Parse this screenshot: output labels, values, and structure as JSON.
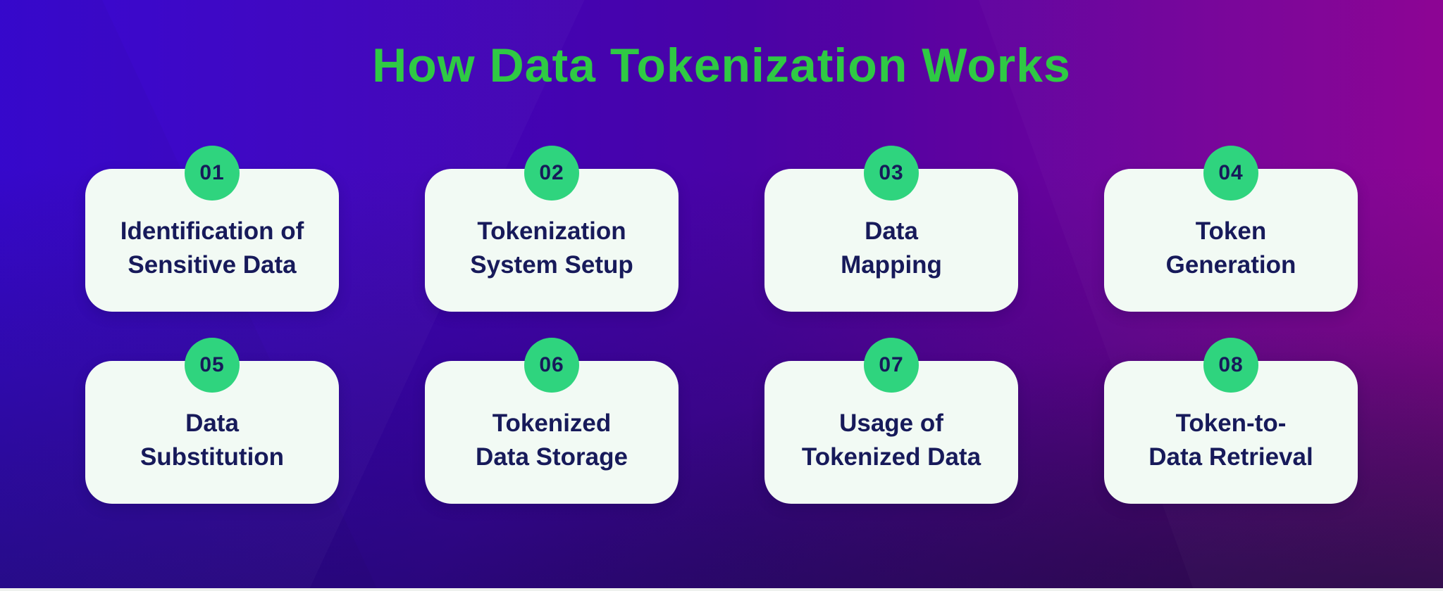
{
  "page": {
    "title": "How Data Tokenization Works"
  },
  "steps": [
    {
      "number": "01",
      "line1": "Identification of",
      "line2": "Sensitive Data"
    },
    {
      "number": "02",
      "line1": "Tokenization",
      "line2": "System Setup"
    },
    {
      "number": "03",
      "line1": "Data",
      "line2": "Mapping"
    },
    {
      "number": "04",
      "line1": "Token",
      "line2": "Generation"
    },
    {
      "number": "05",
      "line1": "Data",
      "line2": "Substitution"
    },
    {
      "number": "06",
      "line1": "Tokenized",
      "line2": "Data Storage"
    },
    {
      "number": "07",
      "line1": "Usage of",
      "line2": "Tokenized Data"
    },
    {
      "number": "08",
      "line1": "Token-to-",
      "line2": "Data Retrieval"
    }
  ],
  "colors": {
    "title_green": "#2FC944",
    "badge_green": "#2FD47E",
    "text_navy": "#171A5A",
    "card_bg": "#F2FAF4",
    "bg_top_left": "#3302D1",
    "bg_top_mid": "#4A03A6",
    "bg_top_right": "#8B0092",
    "bg_bottom_left": "#250194",
    "bg_bottom_right": "#1F1550",
    "strip": "#EEF1EE"
  }
}
